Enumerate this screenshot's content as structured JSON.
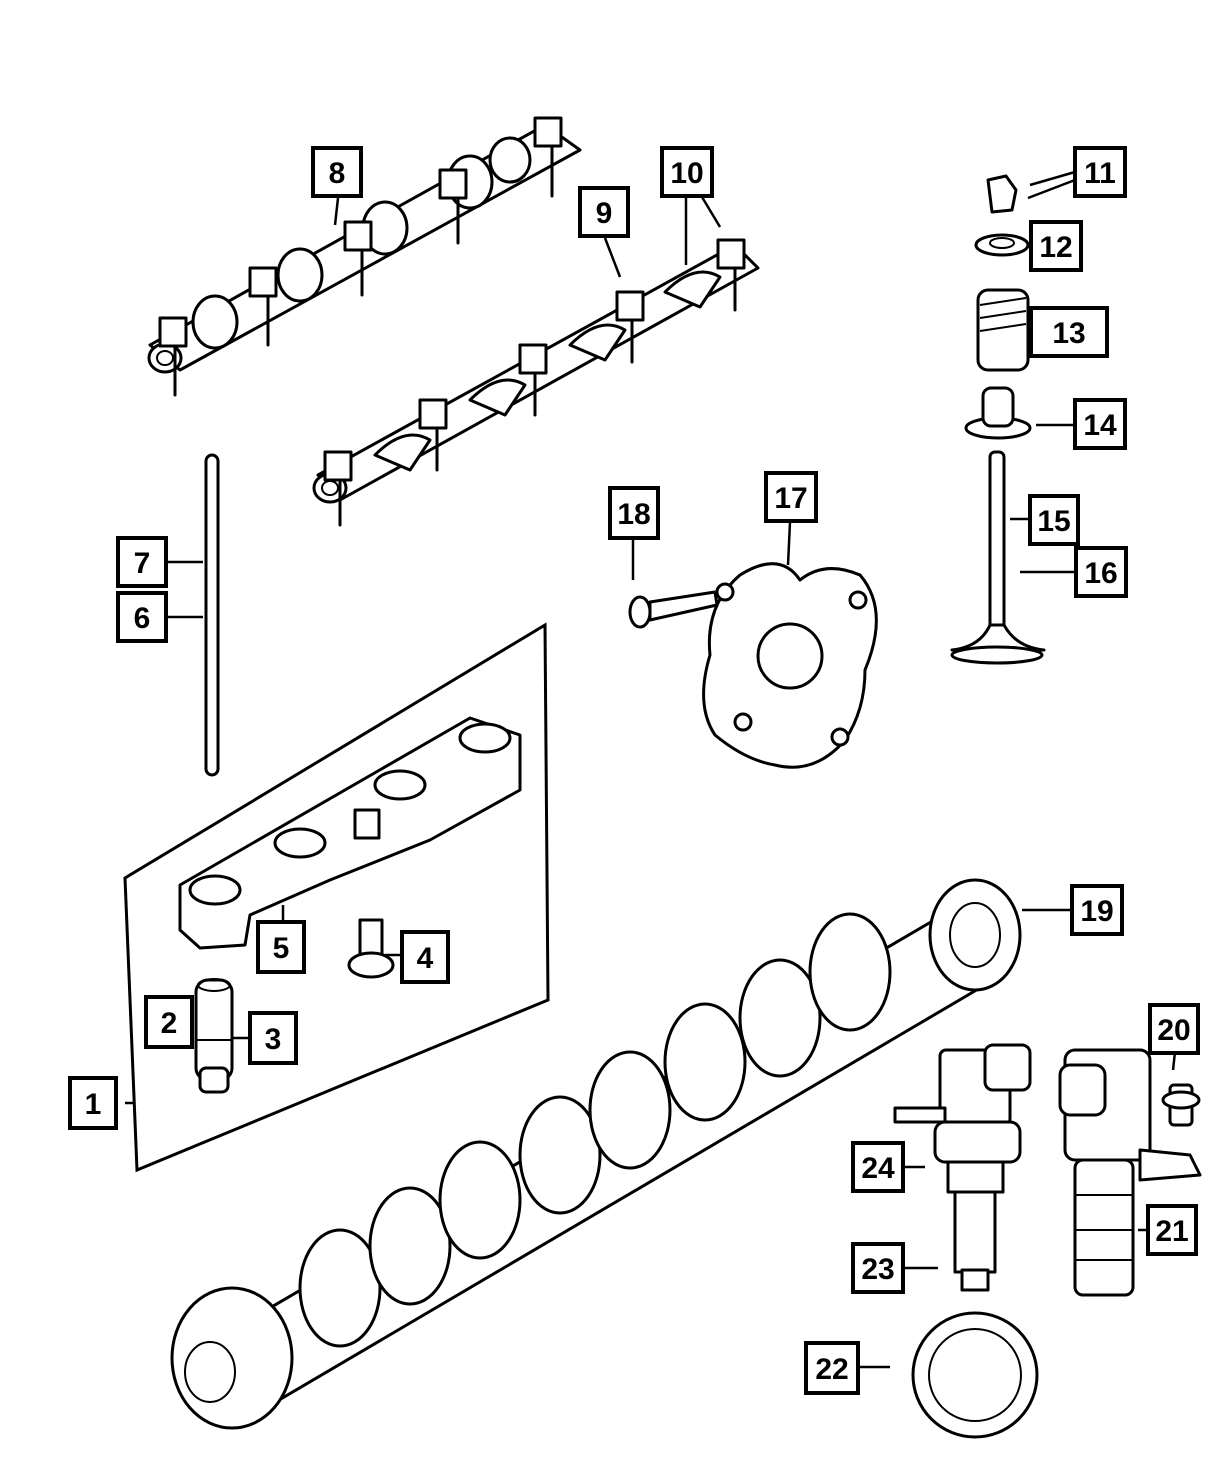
{
  "diagram": {
    "callouts": [
      {
        "id": "1",
        "label": "1"
      },
      {
        "id": "2",
        "label": "2"
      },
      {
        "id": "3",
        "label": "3"
      },
      {
        "id": "4",
        "label": "4"
      },
      {
        "id": "5",
        "label": "5"
      },
      {
        "id": "6",
        "label": "6"
      },
      {
        "id": "7",
        "label": "7"
      },
      {
        "id": "8",
        "label": "8"
      },
      {
        "id": "9",
        "label": "9"
      },
      {
        "id": "10",
        "label": "10"
      },
      {
        "id": "11",
        "label": "11"
      },
      {
        "id": "12",
        "label": "12"
      },
      {
        "id": "13",
        "label": "13"
      },
      {
        "id": "14",
        "label": "14"
      },
      {
        "id": "15",
        "label": "15"
      },
      {
        "id": "16",
        "label": "16"
      },
      {
        "id": "17",
        "label": "17"
      },
      {
        "id": "18",
        "label": "18"
      },
      {
        "id": "19",
        "label": "19"
      },
      {
        "id": "20",
        "label": "20"
      },
      {
        "id": "21",
        "label": "21"
      },
      {
        "id": "22",
        "label": "22"
      },
      {
        "id": "23",
        "label": "23"
      },
      {
        "id": "24",
        "label": "24"
      }
    ]
  }
}
